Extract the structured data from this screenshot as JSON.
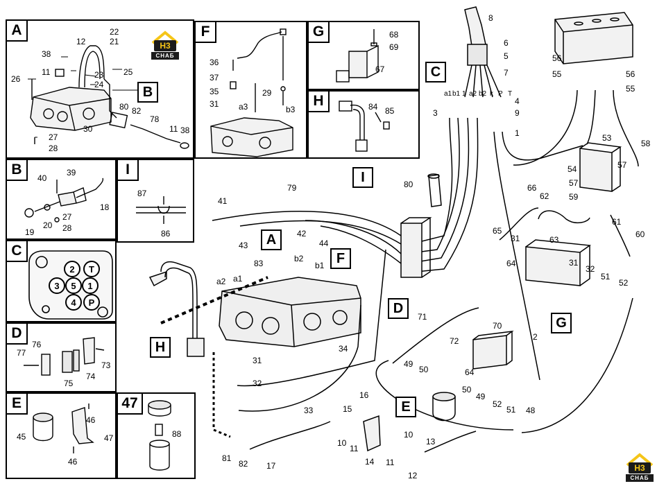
{
  "logo": {
    "line1": "H3",
    "line2": "СНАБ"
  },
  "panels": {
    "A": {
      "title": "A",
      "callouts": [
        "22",
        "21",
        "12",
        "38",
        "11",
        "25",
        "26",
        "23",
        "24",
        "B",
        "80",
        "82",
        "78",
        "11",
        "38",
        "30",
        "27",
        "28"
      ]
    },
    "F": {
      "title": "F",
      "callouts": [
        "36",
        "37",
        "35",
        "29",
        "31",
        "a3",
        "b3"
      ]
    },
    "G": {
      "title": "G",
      "callouts": [
        "68",
        "69",
        "67"
      ]
    },
    "H": {
      "title": "H",
      "callouts": [
        "84",
        "85"
      ]
    },
    "B": {
      "title": "B",
      "callouts": [
        "40",
        "39",
        "18",
        "27",
        "19",
        "20",
        "28"
      ]
    },
    "I": {
      "title": "I",
      "callouts": [
        "87",
        "86"
      ]
    },
    "C": {
      "title": "C",
      "ports": [
        "2",
        "T",
        "3",
        "5",
        "1",
        "4",
        "P"
      ]
    },
    "D": {
      "title": "D",
      "callouts": [
        "77",
        "76",
        "75",
        "74",
        "73"
      ]
    },
    "E": {
      "title": "E",
      "callouts": [
        "45",
        "46",
        "47",
        "46"
      ]
    },
    "47": {
      "title": "47",
      "callouts": [
        "88"
      ]
    }
  },
  "main": {
    "tags": [
      "C",
      "A",
      "F",
      "I",
      "D",
      "H",
      "G",
      "E"
    ],
    "labels": [
      "8",
      "6",
      "5",
      "7",
      "a1",
      "b1",
      "1",
      "a2",
      "b2",
      "k",
      "P",
      "T",
      "3",
      "4",
      "9",
      "1",
      "56",
      "55",
      "56",
      "55",
      "58",
      "53",
      "54",
      "57",
      "57",
      "59",
      "80",
      "66",
      "79",
      "41",
      "43",
      "42",
      "44",
      "83",
      "b2",
      "b1",
      "a2",
      "a1",
      "65",
      "31",
      "64",
      "63",
      "62",
      "61",
      "60",
      "31",
      "32",
      "51",
      "52",
      "2",
      "71",
      "70",
      "72",
      "31",
      "32",
      "34",
      "49",
      "50",
      "64",
      "49",
      "50",
      "52",
      "51",
      "48",
      "33",
      "15",
      "16",
      "10",
      "11",
      "14",
      "11",
      "10",
      "13",
      "12",
      "81",
      "82",
      "17"
    ]
  }
}
